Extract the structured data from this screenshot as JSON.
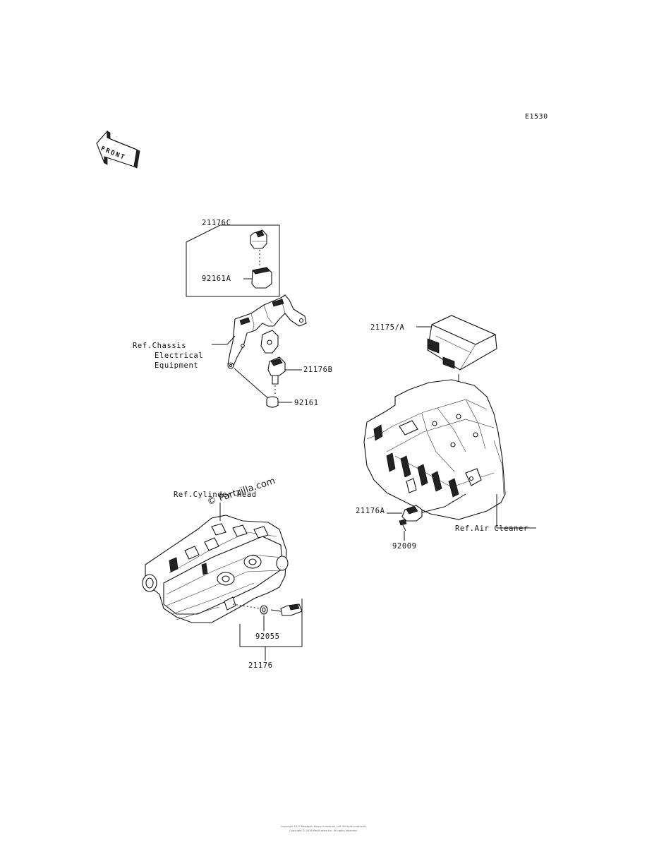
{
  "diagram_code": "E1530",
  "front_arrow_text": "FRONT",
  "callouts": {
    "p21176C": "21176C",
    "p92161A": "92161A",
    "ref_chassis_line1": "Ref.Chassis",
    "ref_chassis_line2": "Electrical",
    "ref_chassis_line3": "Equipment",
    "p21176B": "21176B",
    "p92161": "92161",
    "p21175A": "21175/A",
    "p21176A": "21176A",
    "p92009": "92009",
    "ref_air_cleaner": "Ref.Air Cleaner",
    "ref_cylinder_head": "Ref.Cylinder Head",
    "p92055": "92055",
    "p21176": "21176"
  },
  "watermark": "© Partzilla.com",
  "footer_line1": "Copyright 2017 Kawasaki Heavy Industries, Ltd. All rights reserved.",
  "footer_line2": "Copyright © 2018 PartStream Inc. All rights reserved."
}
